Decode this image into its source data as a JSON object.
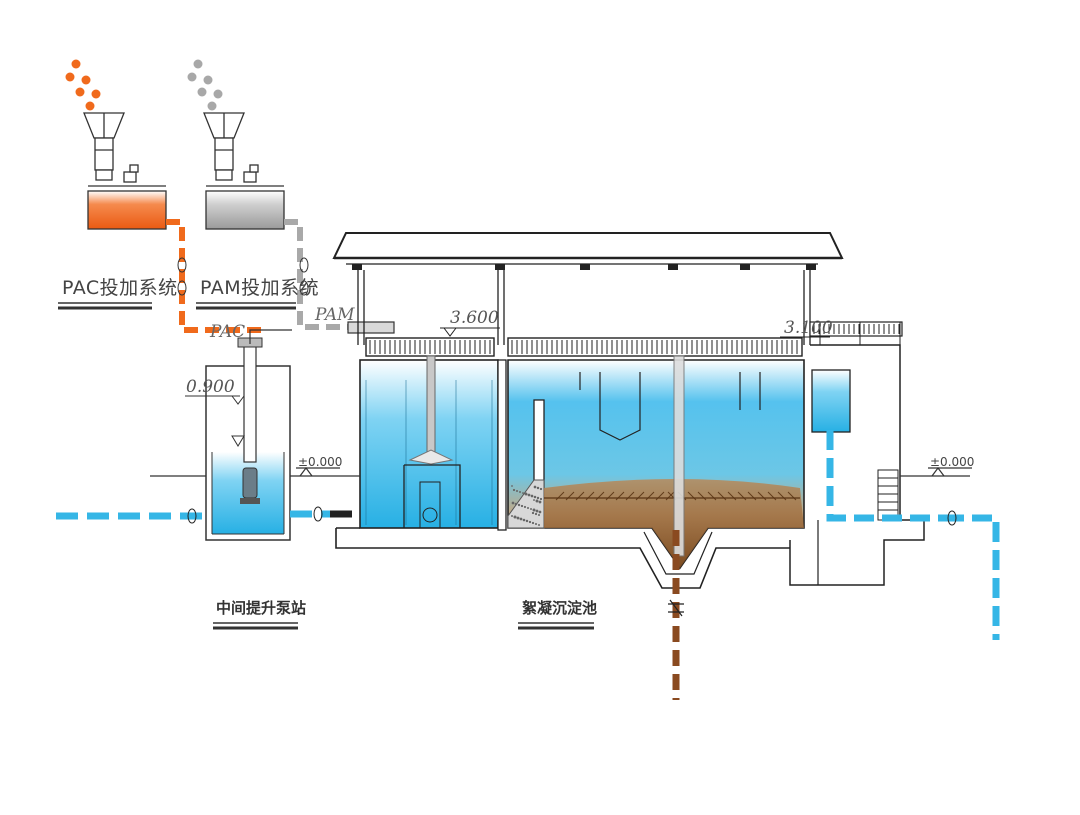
{
  "labels": {
    "pac_system": "PAC投加系统",
    "pam_system": "PAM投加系统",
    "pump_station": "中间提升泵站",
    "coag_tank": "絮凝沉淀池",
    "pac_pipe": "PAC",
    "pam_pipe": "PAM"
  },
  "elevations": {
    "roof_top": "3.600",
    "roof_right": "3.100",
    "pump_top": "0.900",
    "ground_left": "±0.000",
    "ground_right": "±0.000"
  },
  "colors": {
    "water": "#35b6e6",
    "pac": "#f06a1c",
    "pam": "#a9a9a9",
    "sludge": "#8a4a20",
    "line": "#2b2b2b"
  }
}
